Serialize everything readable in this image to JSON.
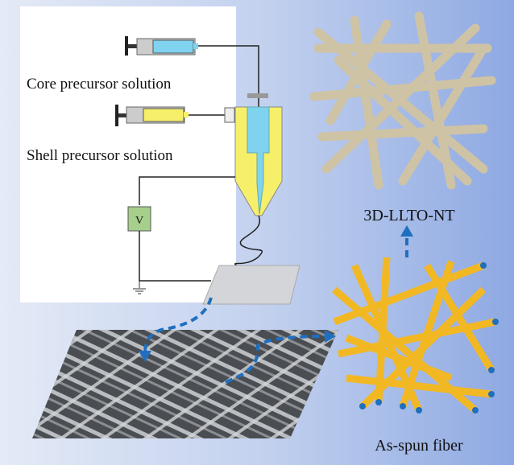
{
  "labels": {
    "core": "Core precursor solution",
    "shell": "Shell precursor solution",
    "voltage": "V",
    "product": "3D-LLTO-NT",
    "fiber": "As-spun fiber"
  },
  "colors": {
    "core": "#7fd3ef",
    "shell": "#f6ef6a",
    "fiber": "#f2b824",
    "arrow": "#1f6fc0",
    "power": "#a6cf8c"
  }
}
